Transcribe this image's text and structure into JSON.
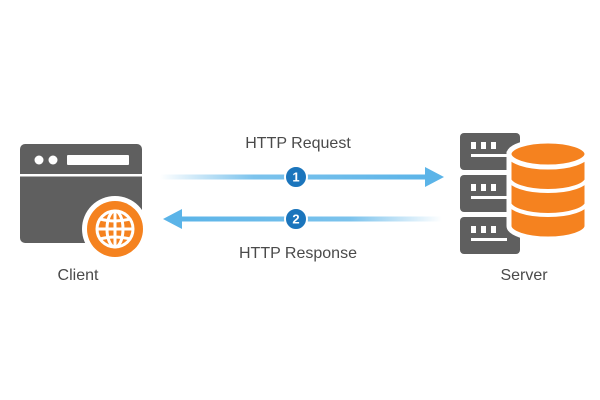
{
  "nodes": {
    "client": {
      "label": "Client",
      "icon": "browser-window-globe-icon"
    },
    "server": {
      "label": "Server",
      "icon": "server-database-icon"
    }
  },
  "arrows": {
    "request": {
      "label": "HTTP Request",
      "step": "1",
      "direction": "client-to-server"
    },
    "response": {
      "label": "HTTP Response",
      "step": "2",
      "direction": "server-to-client"
    }
  },
  "colors": {
    "icon_gray": "#5f5f5f",
    "accent_orange": "#f5821f",
    "arrow_blue": "#5bb4e8",
    "badge_blue": "#1b75bc",
    "text": "#4a4a4a"
  }
}
